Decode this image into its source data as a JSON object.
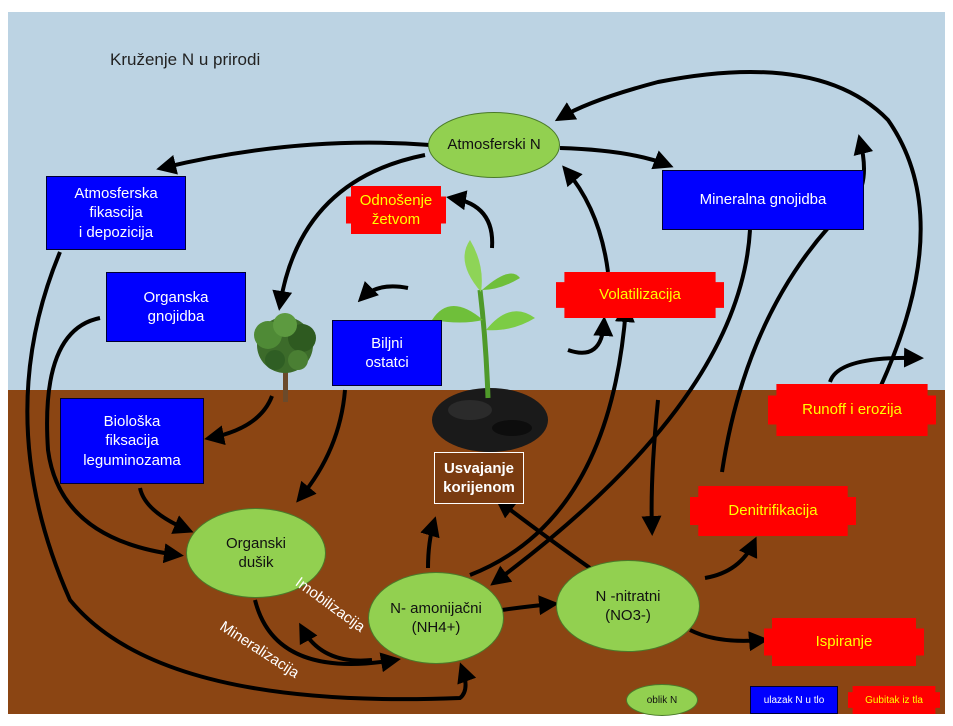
{
  "title": "Kruženje N u prirodi",
  "colors": {
    "sky": "#bcd3e3",
    "soil": "#8b4513",
    "input_box": "#0000ff",
    "loss_box": "#ff0000",
    "loss_text": "#ffff00",
    "n_form": "#92d050"
  },
  "n_forms": {
    "atmospheric": "Atmosferski N",
    "organic_line1": "Organski",
    "organic_line2": "dušik",
    "ammonium_line1": "N- amonijačni",
    "ammonium_line2": "(NH4+)",
    "nitrate_line1": "N -nitratni",
    "nitrate_line2": "(NO3-)"
  },
  "inputs": {
    "atm_fixation": [
      "Atmosferska",
      "fikascija",
      "i depozicija"
    ],
    "organic_fert": [
      "Organska",
      "gnojidba"
    ],
    "mineral_fert": "Mineralna gnojidba",
    "bio_fixation": [
      "Biološka",
      "fiksacija",
      "leguminozama"
    ],
    "plant_residue": [
      "Biljni",
      "ostatci"
    ]
  },
  "losses": {
    "harvest": [
      "Odnošenje",
      "žetvom"
    ],
    "volatilization": "Volatilizacija",
    "runoff": "Runoff i erozija",
    "denitrification": "Denitrifikacija",
    "leaching": "Ispiranje"
  },
  "root_uptake": [
    "Usvajanje",
    "korijenom"
  ],
  "process_labels": {
    "immobilization": "Imobilizacija",
    "mineralization": "Mineralizacija"
  },
  "legend": {
    "form": "oblik N",
    "input": "ulazak N u tlo",
    "loss": "Gubitak iz tla"
  },
  "icons": [
    "plant-icon",
    "tree-icon",
    "soil-icon"
  ]
}
